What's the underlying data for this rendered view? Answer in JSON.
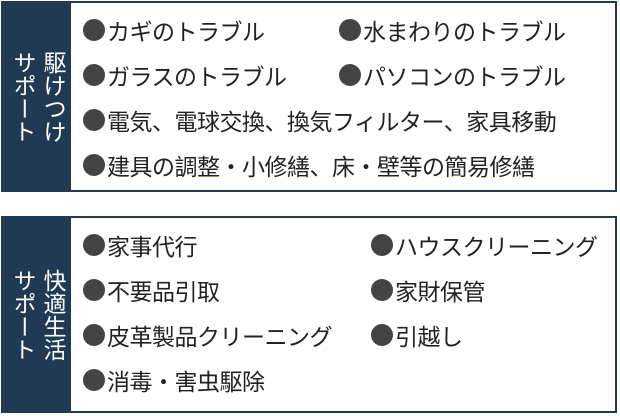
{
  "sections": [
    {
      "sidebar": {
        "col_right": "駆けつけ",
        "col_left": "サポート"
      },
      "rows": [
        [
          "カギのトラブル",
          "水まわりのトラブル"
        ],
        [
          "ガラスのトラブル",
          "パソコンのトラブル"
        ],
        [
          "電気、電球交換、換気フィルター、家具移動"
        ],
        [
          "建具の調整・小修繕、床・壁等の簡易修繕"
        ]
      ]
    },
    {
      "sidebar": {
        "col_right": "快適生活",
        "col_left": "サポート"
      },
      "rows": [
        [
          "家事代行",
          "ハウスクリーニング"
        ],
        [
          "不要品引取",
          "家財保管"
        ],
        [
          "皮革製品クリーニング",
          "引越し"
        ],
        [
          "消毒・害虫駆除"
        ]
      ]
    }
  ]
}
